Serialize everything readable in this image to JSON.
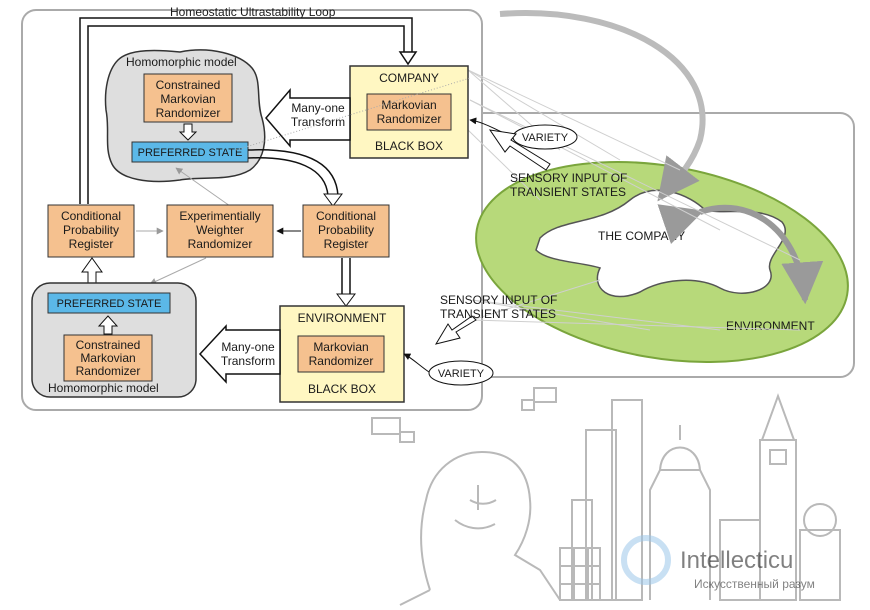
{
  "loop_label": "Homeostatic Ultrastability Loop",
  "upper_model": {
    "caption": "Homomorphic model",
    "randomizer": [
      "Constrained",
      "Markovian",
      "Randomizer"
    ],
    "preferred_state": "PREFERRED STATE"
  },
  "lower_model": {
    "caption": "Homomorphic model",
    "randomizer": [
      "Constrained",
      "Markovian",
      "Randomizer"
    ],
    "preferred_state": "PREFERRED STATE"
  },
  "company_box": {
    "title": "COMPANY",
    "randomizer": [
      "Markovian",
      "Randomizer"
    ],
    "footer": "BLACK BOX"
  },
  "environment_box": {
    "title": "ENVIRONMENT",
    "randomizer": [
      "Markovian",
      "Randomizer"
    ],
    "footer": "BLACK BOX"
  },
  "transform_upper": [
    "Many-one",
    "Transform"
  ],
  "transform_lower": [
    "Many-one",
    "Transform"
  ],
  "register_left": [
    "Conditional",
    "Probability",
    "Register"
  ],
  "register_right": [
    "Conditional",
    "Probability",
    "Register"
  ],
  "weighter": [
    "Experimentially",
    "Weighter",
    "Randomizer"
  ],
  "variety_upper": "VARIETY",
  "variety_lower": "VARIETY",
  "sensory_upper": [
    "SENSORY INPUT OF",
    "TRANSIENT STATES"
  ],
  "sensory_lower": [
    "SENSORY INPUT OF",
    "TRANSIENT STATES"
  ],
  "company_label": "THE COMPANY",
  "environment_label": "ENVIRONMENT",
  "watermark": {
    "main": "Intellecticu",
    "sub": "Искусственный разум"
  },
  "colors": {
    "orange_box": "#f5c18f",
    "blue_state": "#5bb8e8",
    "yellow_box": "#fff7c2",
    "green_field": "#b7d97a",
    "grey_cloud": "#dedede",
    "arrow_grey": "#b0b0b0"
  }
}
